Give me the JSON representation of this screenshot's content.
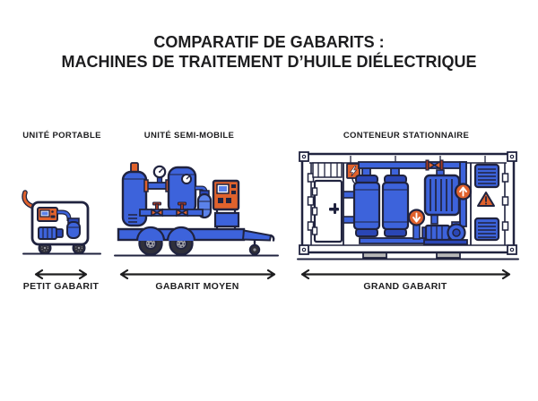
{
  "title": {
    "line1": "COMPARATIF DE GABARITS :",
    "line2": "MACHINES DE TRAITEMENT D’HUILE DIÉLECTRIQUE"
  },
  "machines": [
    {
      "name": "UNITÉ PORTABLE",
      "size": "PETIT GABARIT",
      "illustration": "portable-cart-unit"
    },
    {
      "name": "UNITÉ SEMI-MOBILE",
      "size": "GABARIT MOYEN",
      "illustration": "trailer-mounted-unit"
    },
    {
      "name": "CONTENEUR STATIONNAIRE",
      "size": "GRAND GABARIT",
      "illustration": "stationary-container-unit"
    }
  ],
  "icons": {
    "size_comparison": "double-headed-arrow-icon",
    "electrical_hazard": "lightning-bolt-icon",
    "warning": "warning-triangle-icon",
    "flow_down": "arrow-down-gauge-icon",
    "flow_up": "arrow-up-gauge-icon",
    "pressure": "pressure-gauge-icon"
  },
  "colors": {
    "background": "#ffffff",
    "text": "#1d1d1f",
    "outline": "#20233f",
    "machine_blue": "#3d63db",
    "machine_blue_dark": "#2a46b5",
    "machine_blue_light": "#5b82ea",
    "accent_orange": "#e0622d",
    "valve_red": "#a93a22",
    "tire_dark": "#30303a",
    "rim_gray": "#9a9aa2",
    "foot_gray": "#b7b7b7"
  }
}
